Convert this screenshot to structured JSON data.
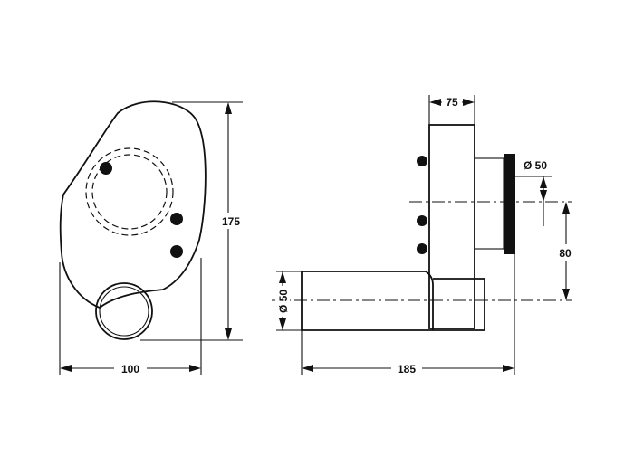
{
  "dimensions": {
    "front_width": "100",
    "front_height": "175",
    "side_depth": "75",
    "side_length": "185",
    "outlet_diameter": "Ø 50",
    "inlet_diameter": "Ø 50",
    "offset": "80"
  }
}
